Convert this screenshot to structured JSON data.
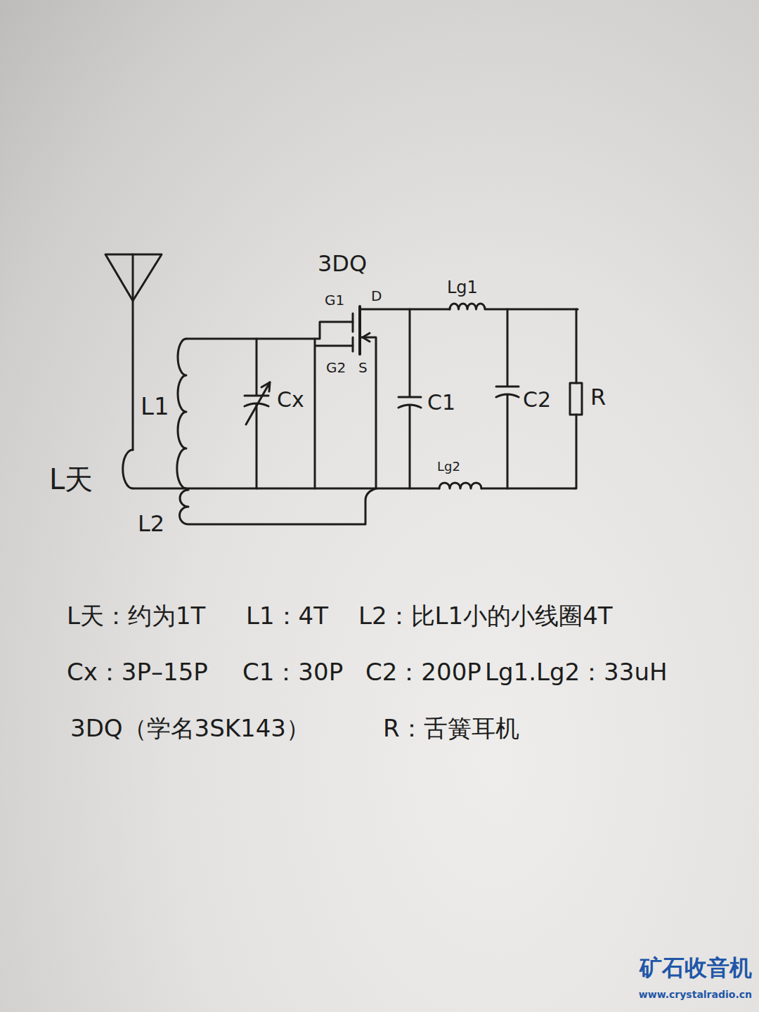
{
  "diagram": {
    "labels": [
      "3DQ",
      "G1",
      "D",
      "G2",
      "S",
      "Lg1",
      "L1",
      "Cx",
      "C1",
      "C2",
      "R",
      "Lg2",
      "L天",
      "L2",
      "L天：约为1T",
      "L1：4T",
      "L2：比L1小的小线圈4T",
      "Cx：3P–15P",
      "C1：30P",
      "C2：200P",
      "Lg1.Lg2：33uH",
      "3DQ（学名3SK143）",
      "R：舌簧耳机",
      "矿石收音机",
      "www.crystalradio.cn"
    ]
  }
}
